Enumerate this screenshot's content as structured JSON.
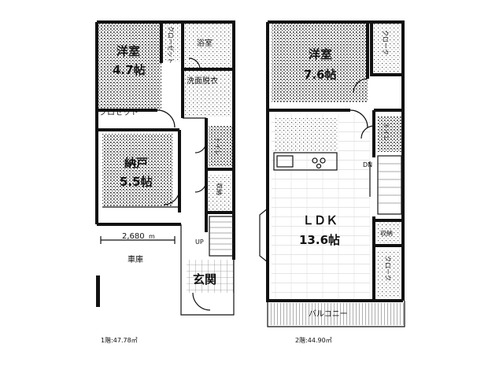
{
  "floor1": {
    "rooms": {
      "youshitsu_name": "洋室",
      "youshitsu_size": "4.7帖",
      "closet_top": "クローゼット",
      "bath": "浴室",
      "senmen": "洗面脱衣",
      "closet_label": "クロセット",
      "nando_name": "納戸",
      "nando_size": "5.5帖",
      "toilet": "トイレ",
      "storage": "収納",
      "up": "UP",
      "garage": "車庫",
      "entrance": "玄関"
    },
    "dimension": "2,680",
    "dimension_unit": "m",
    "area": "1階:47.78㎡"
  },
  "floor2": {
    "rooms": {
      "youshitsu_name": "洋室",
      "youshitsu_size": "7.6帖",
      "cloak_top": "クローク",
      "toilet": "トイレ",
      "dn": "DN",
      "ldk_name": "ＬＤＫ",
      "ldk_size": "13.6帖",
      "storage": "収納",
      "cloak_right": "クローク",
      "balcony": "バルコニー"
    },
    "area": "2階:44.90㎡"
  }
}
